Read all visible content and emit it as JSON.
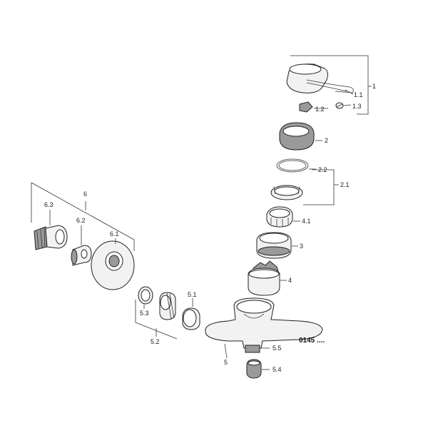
{
  "labels": {
    "p1": "1",
    "p1_1": "1.1",
    "p1_2": "1.2",
    "p1_3": "1.3",
    "p2": "2",
    "p2_1": "2.1",
    "p2_2": "2.2",
    "p3": "3",
    "p4": "4",
    "p4_1": "4.1",
    "p5": "5",
    "p5_1": "5.1",
    "p5_2": "5.2",
    "p5_3": "5.3",
    "p5_4": "5.4",
    "p5_5": "5.5",
    "p6": "6",
    "p6_1": "6.1",
    "p6_2": "6.2",
    "p6_3": "6.3",
    "code": "0145 ...."
  }
}
